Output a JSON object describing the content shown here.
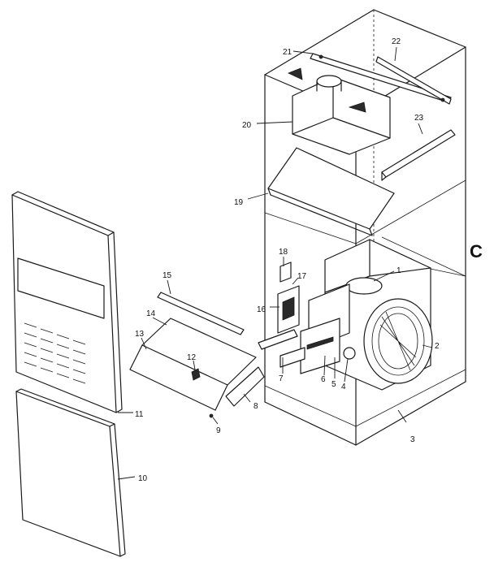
{
  "figure_letter": "C",
  "callouts": [
    "1",
    "2",
    "3",
    "4",
    "5",
    "6",
    "7",
    "8",
    "9",
    "10",
    "11",
    "12",
    "13",
    "14",
    "15",
    "16",
    "17",
    "18",
    "19",
    "20",
    "21",
    "22",
    "23"
  ]
}
